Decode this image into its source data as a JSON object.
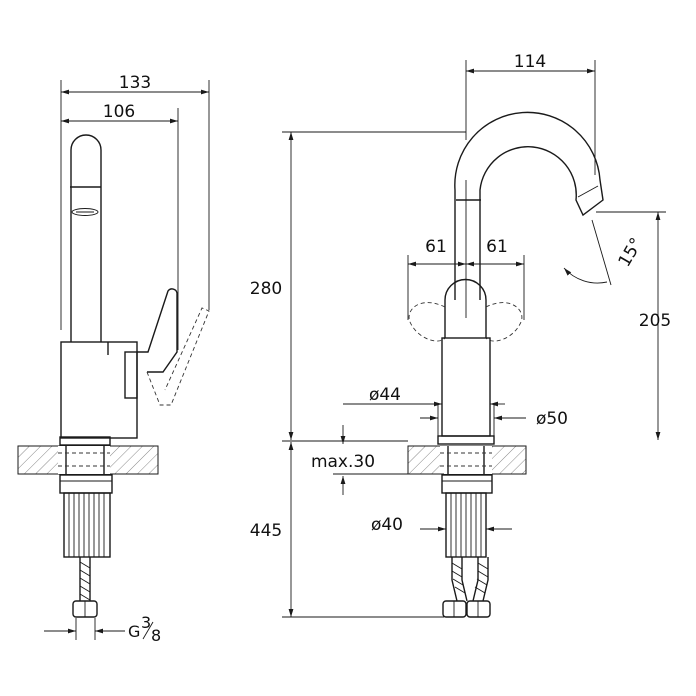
{
  "drawing": {
    "side_view": {
      "dim_total_width": "133",
      "dim_body_width": "106",
      "thread_label": "G",
      "thread_num": "3",
      "thread_den": "8"
    },
    "front_view": {
      "dim_spout_reach": "114",
      "dim_total_height": "280",
      "dim_spout_height": "205",
      "dim_lever_left": "61",
      "dim_lever_right": "61",
      "dim_spout_angle": "15°",
      "dim_body_diameter": "ø44",
      "dim_base_diameter": "ø50",
      "dim_max_thickness": "max.30",
      "dim_below_height": "445",
      "dim_hole_diameter": "ø40"
    }
  }
}
